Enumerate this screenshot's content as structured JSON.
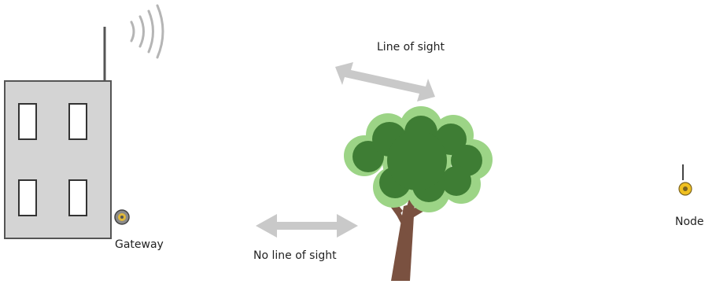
{
  "labels": {
    "line_of_sight": "Line of sight",
    "no_line_of_sight": "No line of sight",
    "gateway": "Gateway",
    "node": "Node"
  },
  "colors": {
    "building_fill": "#d4d4d4",
    "building_stroke": "#555555",
    "arrow": "#c9c9c9",
    "foliage_dark": "#3e7d34",
    "foliage_light": "#9cd486",
    "trunk": "#7a5140",
    "device": "#f0c020"
  }
}
